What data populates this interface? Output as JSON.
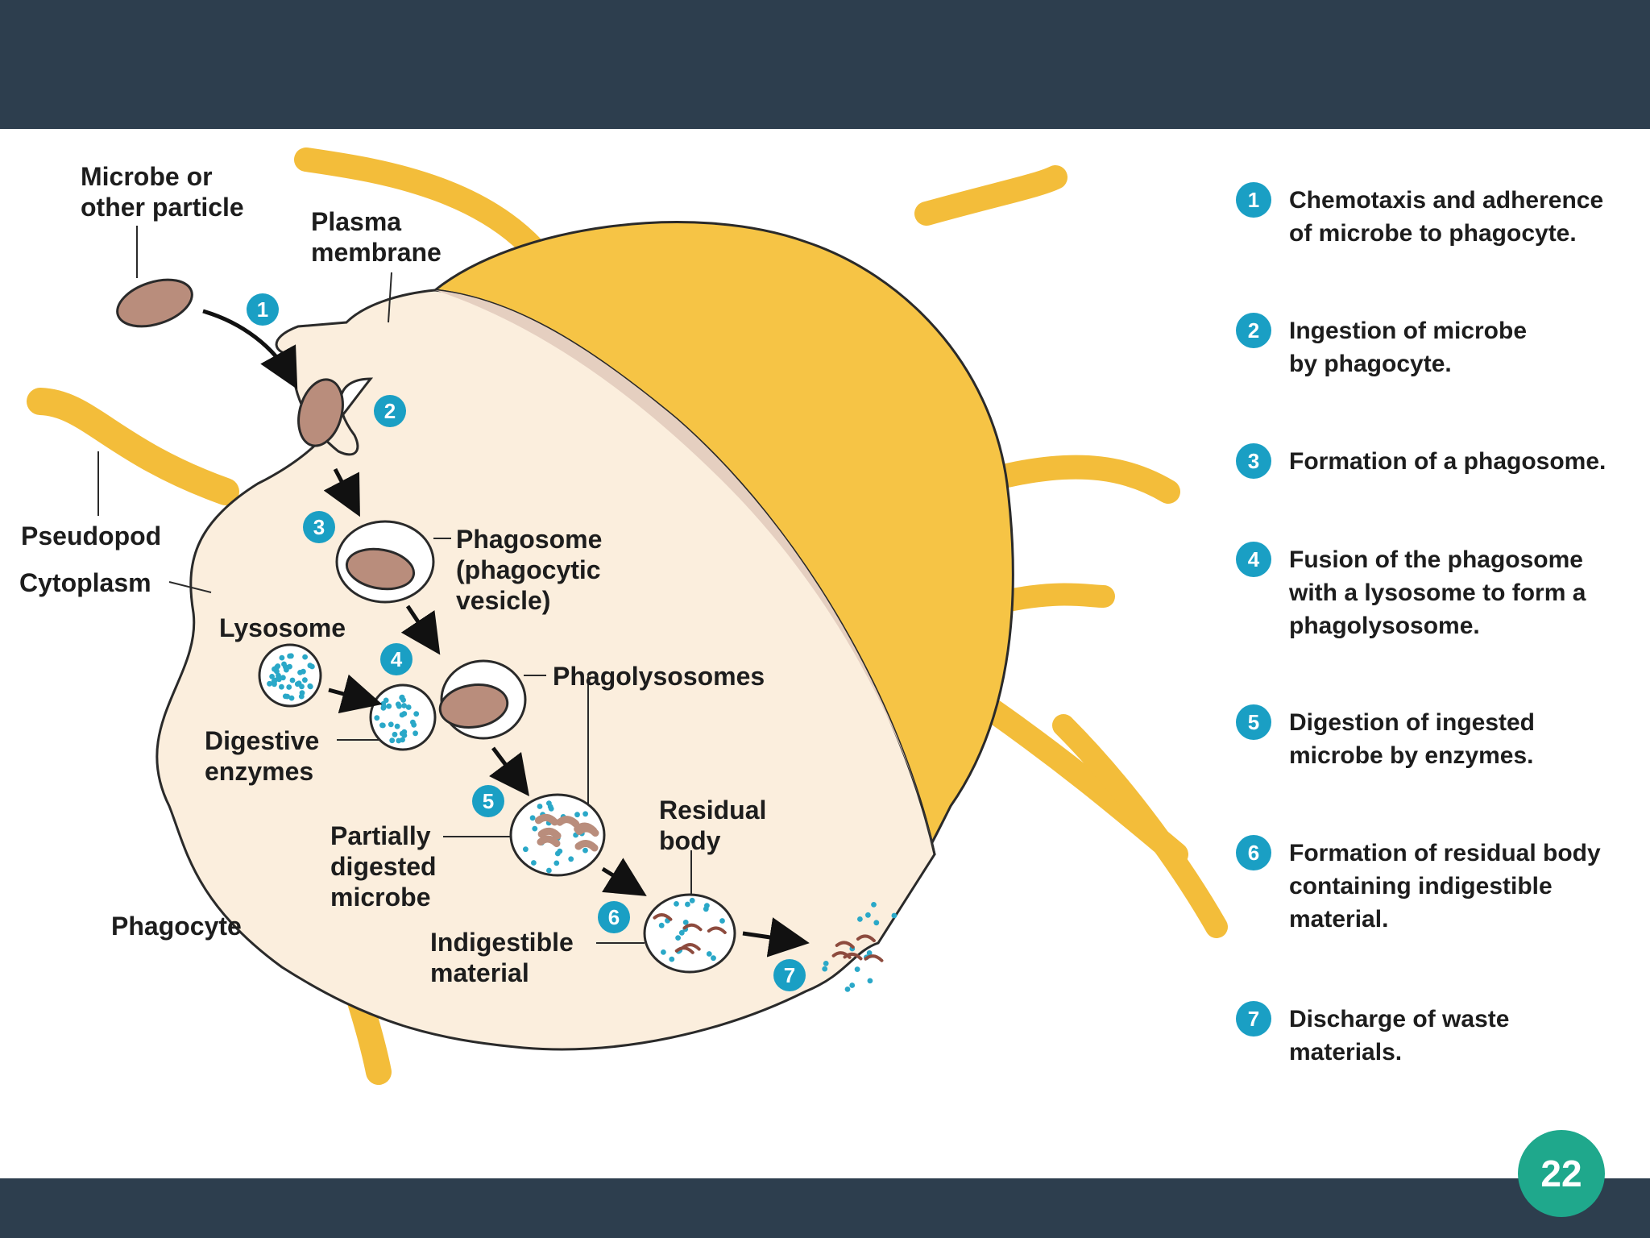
{
  "page": {
    "number": "22"
  },
  "colors": {
    "band": "#2d3e4e",
    "badge": "#1fa88c",
    "step_marker": "#1a9fc4",
    "cell_fill": "#fbeedd",
    "cell_yellow": "#f6c445",
    "pseudopod": "#f6c445",
    "microbe": "#b98d7c",
    "enzyme_dot": "#2aa8c8"
  },
  "diagram": {
    "labels": {
      "microbe": [
        "Microbe or",
        "other particle"
      ],
      "plasma_membrane": [
        "Plasma",
        "membrane"
      ],
      "pseudopod": [
        "Pseudopod"
      ],
      "cytoplasm": [
        "Cytoplasm"
      ],
      "lysosome": [
        "Lysosome"
      ],
      "phagosome": [
        "Phagosome",
        "(phagocytic",
        "vesicle)"
      ],
      "phagolysosomes": [
        "Phagolysosomes"
      ],
      "digestive_enzymes": [
        "Digestive",
        "enzymes"
      ],
      "residual_body": [
        "Residual",
        "body"
      ],
      "partially_digested": [
        "Partially",
        "digested",
        "microbe"
      ],
      "indigestible": [
        "Indigestible",
        "material"
      ],
      "phagocyte": [
        "Phagocyte"
      ]
    },
    "markers": [
      "1",
      "2",
      "3",
      "4",
      "5",
      "6",
      "7"
    ]
  },
  "steps": [
    {
      "number": "1",
      "lines": [
        "Chemotaxis and adherence",
        "of microbe to phagocyte."
      ]
    },
    {
      "number": "2",
      "lines": [
        "Ingestion of microbe",
        "by phagocyte."
      ]
    },
    {
      "number": "3",
      "lines": [
        "Formation of a phagosome."
      ]
    },
    {
      "number": "4",
      "lines": [
        "Fusion of the phagosome",
        "with a lysosome to form a",
        "phagolysosome."
      ]
    },
    {
      "number": "5",
      "lines": [
        "Digestion of ingested",
        "microbe by enzymes."
      ]
    },
    {
      "number": "6",
      "lines": [
        "Formation of residual body",
        "containing indigestible",
        "material."
      ]
    },
    {
      "number": "7",
      "lines": [
        "Discharge of waste",
        "materials."
      ]
    }
  ]
}
